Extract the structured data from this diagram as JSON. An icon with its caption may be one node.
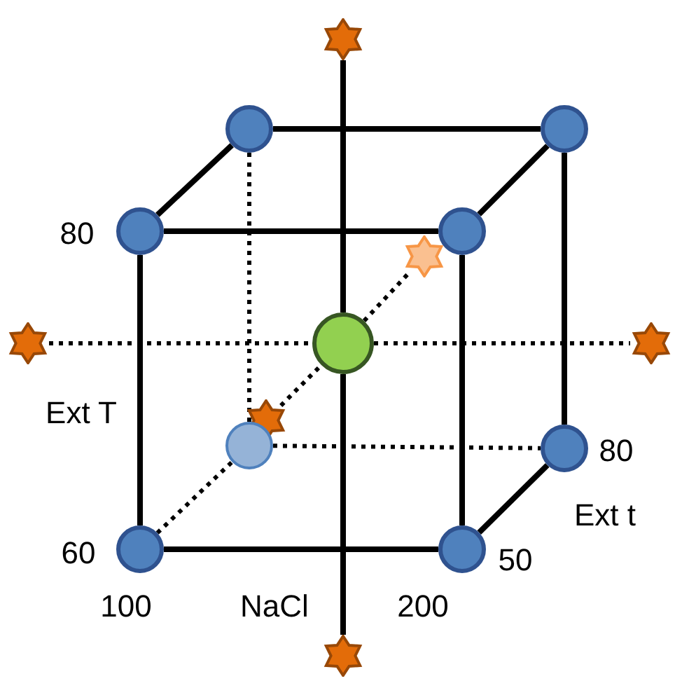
{
  "diagram": {
    "nodes": [
      {
        "text": [],
        "shape": "star"
      },
      {
        "text": [],
        "shape": "circle"
      },
      {
        "text": [],
        "shape": "circle"
      },
      {
        "text": [],
        "shape": "circle"
      },
      {
        "text": [],
        "shape": "circle"
      },
      {
        "text": [],
        "shape": "star"
      },
      {
        "text": [],
        "shape": "star"
      },
      {
        "text": [],
        "shape": "circle"
      },
      {
        "text": [],
        "shape": "star"
      },
      {
        "text": [],
        "shape": "star"
      },
      {
        "text": [],
        "shape": "circle"
      },
      {
        "text": [],
        "shape": "circle"
      },
      {
        "text": [],
        "shape": "circle"
      },
      {
        "text": [],
        "shape": "circle"
      },
      {
        "text": [],
        "shape": "star"
      }
    ],
    "edges": [
      {
        "from": 1,
        "to": 2,
        "arrow": "none"
      },
      {
        "from": 2,
        "to": 11,
        "arrow": "none"
      },
      {
        "from": 1,
        "to": 3,
        "arrow": "none"
      },
      {
        "from": 2,
        "to": 4,
        "arrow": "none"
      },
      {
        "from": 3,
        "to": 4,
        "arrow": "none"
      },
      {
        "from": 3,
        "to": 12,
        "arrow": "none"
      },
      {
        "from": 4,
        "to": 13,
        "arrow": "none"
      },
      {
        "from": 12,
        "to": 13,
        "arrow": "none"
      },
      {
        "from": 13,
        "to": 11,
        "arrow": "none"
      },
      {
        "from": 1,
        "to": 10,
        "arrow": "none",
        "style": "dashed"
      },
      {
        "from": 10,
        "to": 11,
        "arrow": "none",
        "style": "dashed"
      },
      {
        "from": 12,
        "to": 10,
        "arrow": "none",
        "style": "dashed"
      },
      {
        "from": 0,
        "to": 7,
        "arrow": "none"
      },
      {
        "from": 7,
        "to": 14,
        "arrow": "none"
      },
      {
        "from": 6,
        "to": 7,
        "arrow": "none",
        "style": "dashed"
      },
      {
        "from": 7,
        "to": 8,
        "arrow": "none",
        "style": "dashed"
      },
      {
        "from": 7,
        "to": 5,
        "arrow": "none",
        "style": "dashed"
      },
      {
        "from": 9,
        "to": 7,
        "arrow": "none",
        "style": "dashed"
      }
    ],
    "labels": [
      "80",
      "Ext T",
      "80",
      "Ext t",
      "60",
      "50",
      "100",
      "NaCl",
      "200"
    ]
  }
}
